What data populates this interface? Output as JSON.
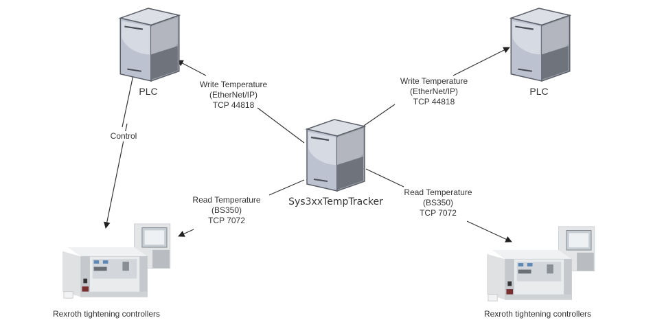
{
  "nodes": {
    "server": {
      "label": "Sys3xxTempTracker",
      "icon": "server-icon"
    },
    "plc_left": {
      "label": "PLC",
      "icon": "server-icon"
    },
    "plc_right": {
      "label": "PLC",
      "icon": "server-icon"
    },
    "controller_left": {
      "label": "Rexroth tightening controllers",
      "icon": "tightening-controller-icon"
    },
    "controller_right": {
      "label": "Rexroth tightening controllers",
      "icon": "tightening-controller-icon"
    }
  },
  "edges": {
    "write_left": {
      "lines": [
        "Write Temperature",
        "(EtherNet/IP)",
        "TCP 44818"
      ]
    },
    "write_right": {
      "lines": [
        "Write Temperature",
        "(EtherNet/IP)",
        "TCP 44818"
      ]
    },
    "read_left": {
      "lines": [
        "Read Temperature",
        "(BS350)",
        "TCP 7072"
      ]
    },
    "read_right": {
      "lines": [
        "Read Temperature",
        "(BS350)",
        "TCP 7072"
      ]
    },
    "control": {
      "label": "Control"
    }
  },
  "colors": {
    "line": "#333333",
    "server_front": "#b9bfcc",
    "server_front_light": "#d8dce6",
    "server_side": "#9a9ea8",
    "server_side_dark": "#6c7079",
    "server_outline": "#5b5f68",
    "controller_body": "#e6e8ea",
    "controller_shade": "#c9cccf"
  }
}
